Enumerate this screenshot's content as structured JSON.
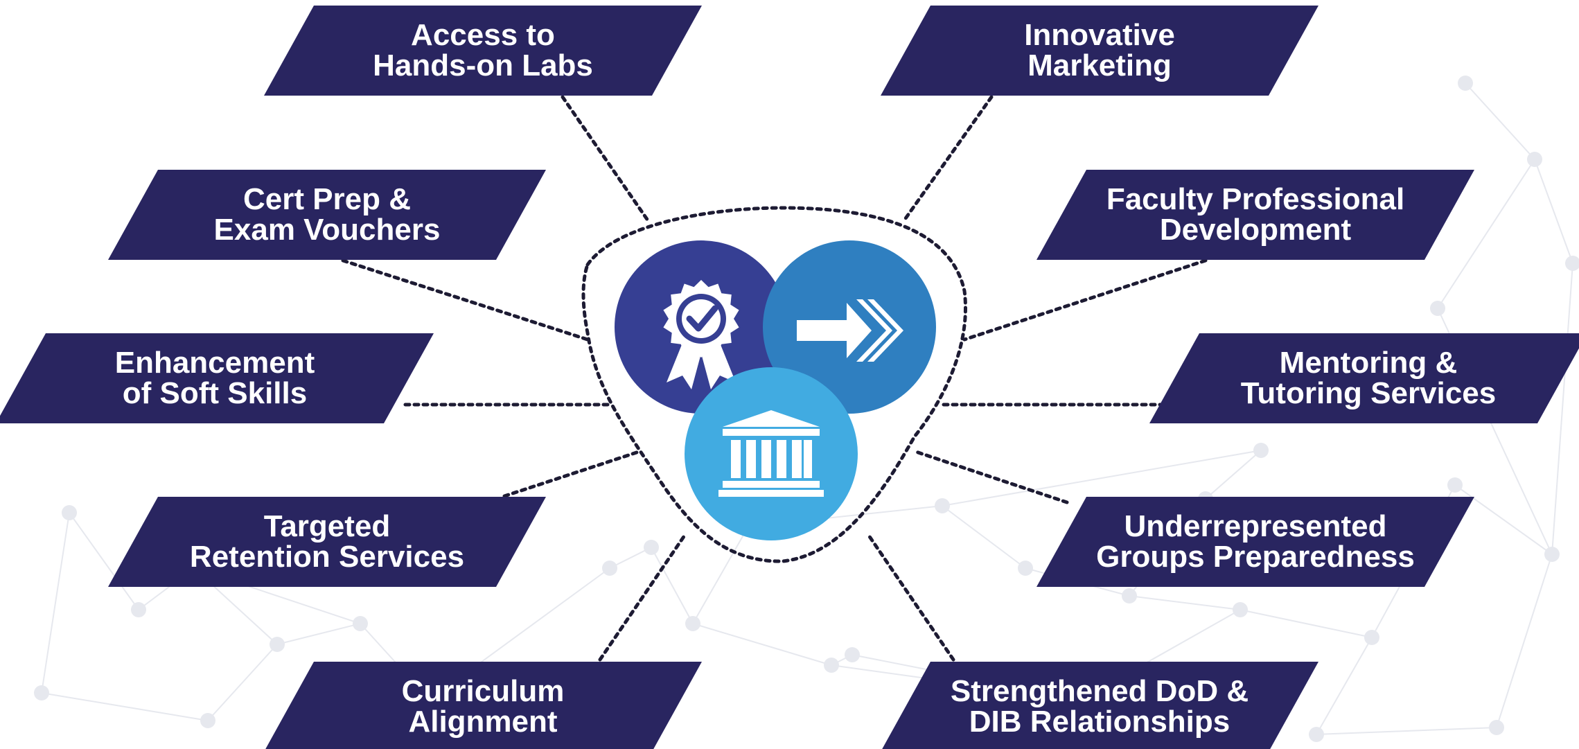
{
  "colors": {
    "banner": "#292560",
    "connector": "#1d1b33",
    "hub_outline": "#1d1b33",
    "circle_award": "#363f93",
    "circle_arrow": "#2f7fc0",
    "circle_institution": "#41abe1",
    "icon": "#ffffff",
    "background_network": "#e6e8ee"
  },
  "hub": {
    "icons": [
      "award-ribbon-icon",
      "forward-arrow-icon",
      "institution-building-icon"
    ]
  },
  "banners": [
    {
      "id": "hands-on-labs",
      "side": "left",
      "lines": [
        "Access to",
        "Hands-on Labs"
      ]
    },
    {
      "id": "cert-prep",
      "side": "left",
      "lines": [
        "Cert Prep &",
        "Exam Vouchers"
      ]
    },
    {
      "id": "soft-skills",
      "side": "left",
      "lines": [
        "Enhancement",
        "of Soft Skills"
      ]
    },
    {
      "id": "retention",
      "side": "left",
      "lines": [
        "Targeted",
        "Retention Services"
      ]
    },
    {
      "id": "curriculum",
      "side": "left",
      "lines": [
        "Curriculum",
        "Alignment"
      ]
    },
    {
      "id": "marketing",
      "side": "right",
      "lines": [
        "Innovative",
        "Marketing"
      ]
    },
    {
      "id": "faculty",
      "side": "right",
      "lines": [
        "Faculty Professional",
        "Development"
      ]
    },
    {
      "id": "mentoring",
      "side": "right",
      "lines": [
        "Mentoring &",
        "Tutoring Services"
      ]
    },
    {
      "id": "underrepresented",
      "side": "right",
      "lines": [
        "Underrepresented",
        "Groups Preparedness"
      ]
    },
    {
      "id": "dod-dib",
      "side": "right",
      "lines": [
        "Strengthened DoD &",
        "DIB Relationships"
      ]
    }
  ]
}
